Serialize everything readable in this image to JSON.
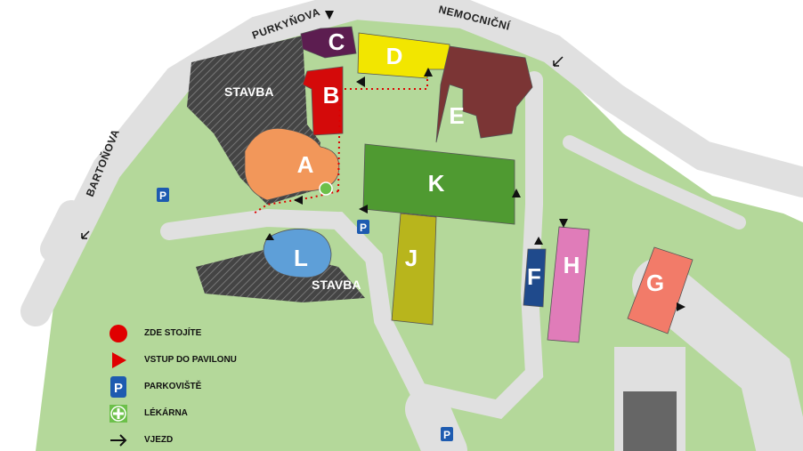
{
  "streets": {
    "purkynova": "PURKYŇOVA",
    "nemocnicni": "NEMOCNIČNÍ",
    "bartonova": "BARTOŇOVA"
  },
  "construction": {
    "stavba_north": "STAVBA",
    "stavba_south": "STAVBA"
  },
  "buildings": [
    {
      "id": "A",
      "label": "A",
      "color": "#f2975a"
    },
    {
      "id": "B",
      "label": "B",
      "color": "#d40a0a"
    },
    {
      "id": "C",
      "label": "C",
      "color": "#5c1d50"
    },
    {
      "id": "D",
      "label": "D",
      "color": "#f2e600"
    },
    {
      "id": "E",
      "label": "E",
      "color": "#7b3535"
    },
    {
      "id": "K",
      "label": "K",
      "color": "#4f9a31"
    },
    {
      "id": "J",
      "label": "J",
      "color": "#b8b51c"
    },
    {
      "id": "F",
      "label": "F",
      "color": "#1f4a8c"
    },
    {
      "id": "H",
      "label": "H",
      "color": "#e07cb9"
    },
    {
      "id": "G",
      "label": "G",
      "color": "#f27b69"
    },
    {
      "id": "L",
      "label": "L",
      "color": "#5e9fd8"
    }
  ],
  "parking_label": "P",
  "legend": [
    {
      "icon": "you-are-here-dot-icon",
      "label": "ZDE STOJÍTE"
    },
    {
      "icon": "pavilion-entrance-triangle-icon",
      "label": "VSTUP DO PAVILONU"
    },
    {
      "icon": "parking-icon",
      "label": "PARKOVIŠTĚ"
    },
    {
      "icon": "pharmacy-cross-icon",
      "label": "LÉKÁRNA"
    },
    {
      "icon": "entry-arrow-icon",
      "label": "VJEZD"
    }
  ],
  "colors": {
    "grass": "#b4d89a",
    "road": "#e3e3e3",
    "hatch": "#3a3a3a",
    "parking": "#1e5bb0",
    "pharmacy": "#6cc04a",
    "marker": "#e00000"
  }
}
